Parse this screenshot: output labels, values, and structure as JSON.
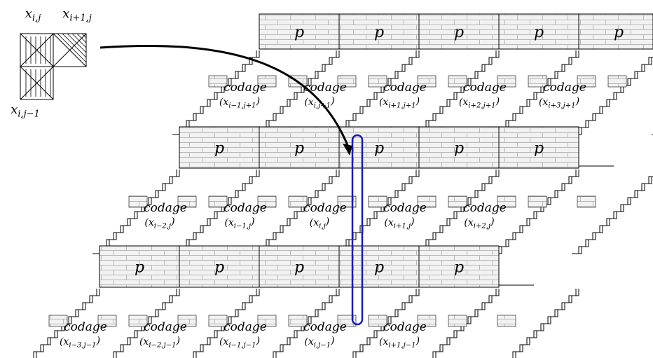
{
  "legend": {
    "label_top_left": "x_{i,j}",
    "label_top_right": "x_{i+1,j}",
    "label_bottom": "x_{i,j-1}"
  },
  "block_label": "p",
  "coder_label": "codage",
  "rows": [
    {
      "blocks": [
        "p",
        "p",
        "p",
        "p",
        "p"
      ],
      "coders": [
        "(x_{i-1,j+1})",
        "(x_{i,j+1})",
        "(x_{i+1,j+1})",
        "(x_{i+2,j+1})",
        "(x_{i+3,j+1})"
      ]
    },
    {
      "blocks": [
        "p",
        "p",
        "p",
        "p",
        "p"
      ],
      "coders": [
        "(x_{i-2,j})",
        "(x_{i-1,j})",
        "(x_{i,j})",
        "(x_{i+1,j})",
        "(x_{i+2,j})"
      ]
    },
    {
      "blocks": [
        "p",
        "p",
        "p",
        "p",
        "p"
      ],
      "coders": [
        "(x_{i-3,j-1})",
        "(x_{i-2,j-1})",
        "(x_{i-1,j-1})",
        "(x_{i,j-1})",
        "(x_{i+1,j-1})"
      ]
    }
  ],
  "colors": {
    "ink": "#000000",
    "brick_fill": "#f2f2f2",
    "brick_mortar": "#b8b8b8",
    "highlight": "#1a1ab4"
  }
}
